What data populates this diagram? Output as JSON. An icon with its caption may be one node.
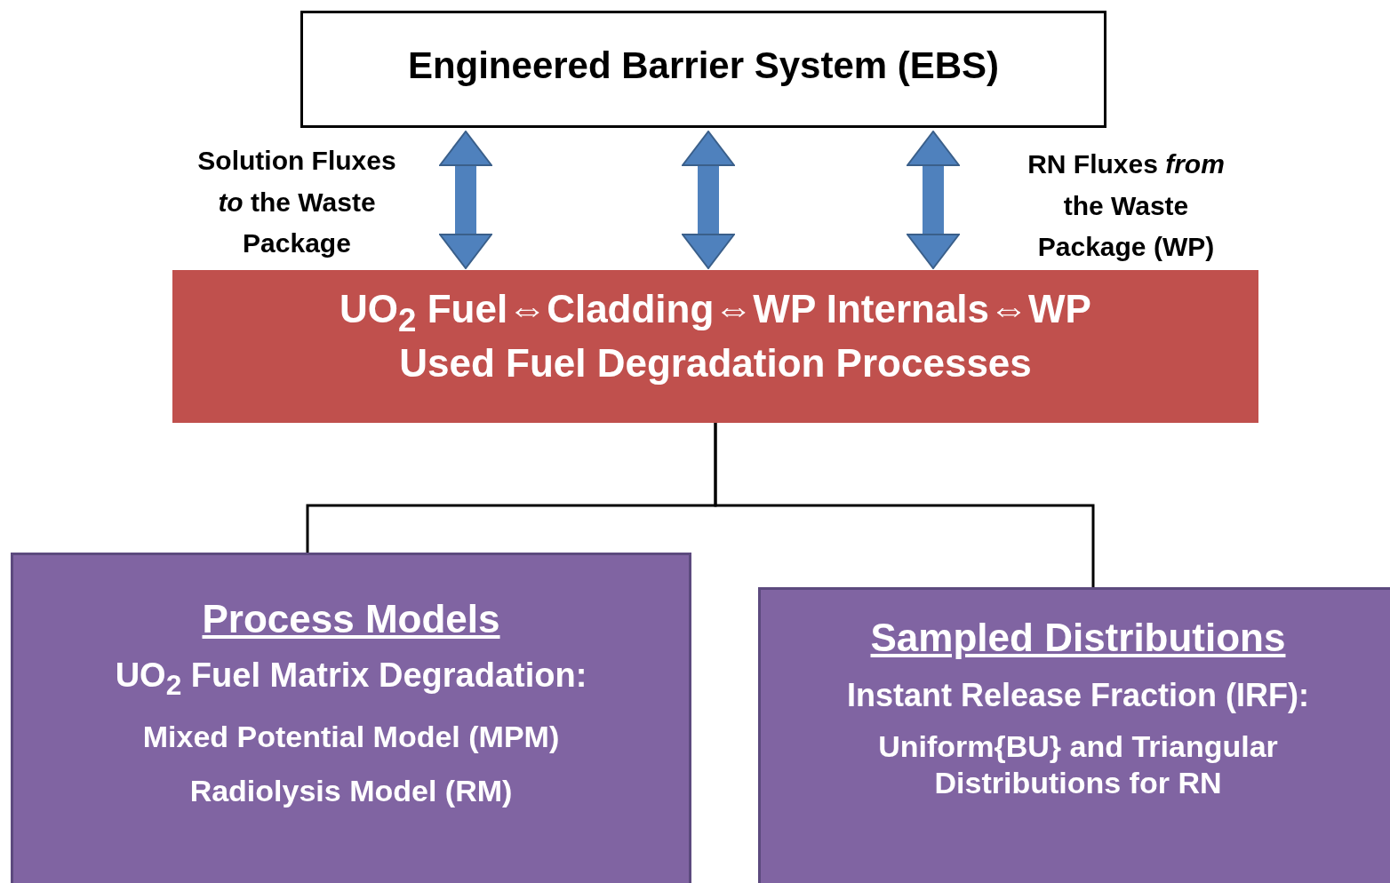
{
  "diagram": {
    "nodes": [
      {
        "text": [
          "Engineered Barrier System (EBS)"
        ]
      },
      {
        "text": [
          "UO$_{2}$ Fuel⇔Cladding⇔WP Internals⇔WP",
          "Used Fuel Degradation Processes"
        ]
      },
      {
        "text": [
          "Process Models",
          "UO$_{2}$ Fuel Matrix Degradation:",
          "Mixed Potential Model (MPM)",
          "Radiolysis Model (RM)"
        ]
      },
      {
        "text": [
          "Sampled Distributions",
          "Instant Release Fraction (IRF):",
          "Uniform{BU} and Triangular Distributions for RN"
        ]
      }
    ],
    "edges": [
      {
        "from": 0,
        "to": 1,
        "arrow": "both",
        "color": "#4f81bd"
      },
      {
        "from": 0,
        "to": 1,
        "arrow": "both",
        "color": "#4f81bd"
      },
      {
        "from": 0,
        "to": 1,
        "arrow": "both",
        "color": "#4f81bd"
      },
      {
        "from": 1,
        "to": 2,
        "arrow": "none",
        "color": "#000000"
      },
      {
        "from": 1,
        "to": 3,
        "arrow": "none",
        "color": "#000000"
      }
    ],
    "labels": [
      "Solution Fluxes *to* the Waste Package",
      "RN Fluxes *from* the Waste Package (WP)"
    ]
  }
}
